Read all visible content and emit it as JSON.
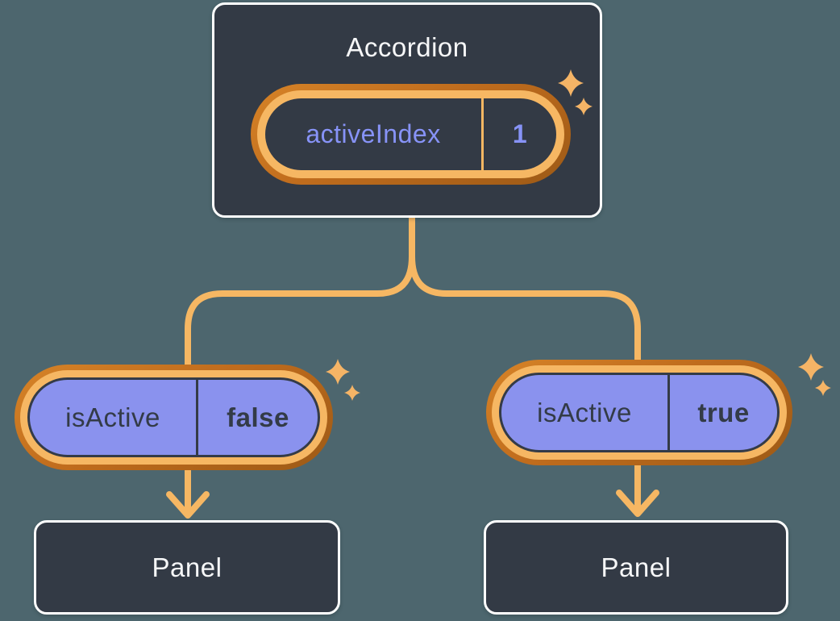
{
  "diagram": {
    "root": {
      "title": "Accordion",
      "state": {
        "name": "activeIndex",
        "value": "1"
      }
    },
    "children": [
      {
        "state": {
          "name": "isActive",
          "value": "false"
        },
        "child": {
          "title": "Panel"
        }
      },
      {
        "state": {
          "name": "isActive",
          "value": "true"
        },
        "child": {
          "title": "Panel"
        }
      }
    ],
    "colors": {
      "background": "#4d666e",
      "card_fill": "#333a45",
      "card_border": "#ffffff",
      "accent_orange_light": "#f6b763",
      "accent_orange_dark": "#c06c1d",
      "pill_purple": "#8a92ee",
      "text_purple": "#8793f7",
      "text_dark": "#333b47",
      "text_light": "#f6f7f8"
    }
  }
}
